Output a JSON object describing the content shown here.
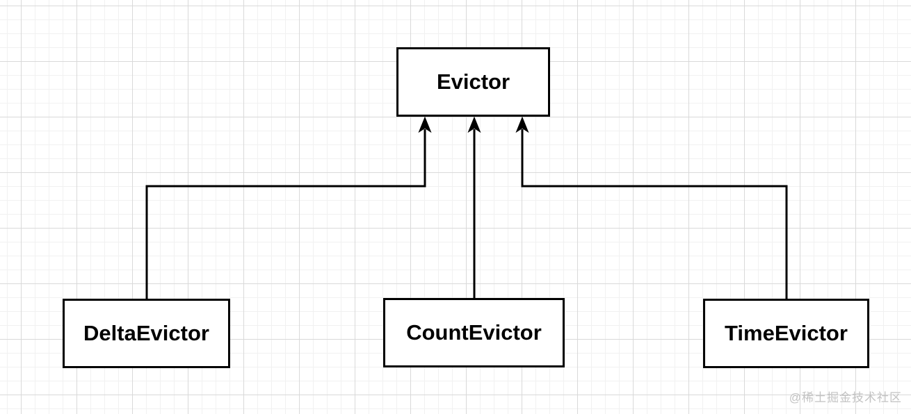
{
  "diagram": {
    "type": "class-hierarchy",
    "nodes": [
      {
        "id": "evictor",
        "label": "Evictor"
      },
      {
        "id": "delta-evictor",
        "label": "DeltaEvictor"
      },
      {
        "id": "count-evictor",
        "label": "CountEvictor"
      },
      {
        "id": "time-evictor",
        "label": "TimeEvictor"
      }
    ],
    "edges": [
      {
        "from": "delta-evictor",
        "to": "evictor",
        "style": "orthogonal-arrow"
      },
      {
        "from": "count-evictor",
        "to": "evictor",
        "style": "straight-arrow"
      },
      {
        "from": "time-evictor",
        "to": "evictor",
        "style": "orthogonal-arrow"
      }
    ]
  },
  "watermark": {
    "text": "@稀土掘金技术社区"
  },
  "colors": {
    "line": "#000000",
    "node_border": "#000000",
    "node_fill": "#ffffff",
    "text": "#000000",
    "grid_minor": "#f1f1f1",
    "grid_major": "#d9d9d9",
    "watermark": "#c3c3c3",
    "background": "#ffffff"
  }
}
